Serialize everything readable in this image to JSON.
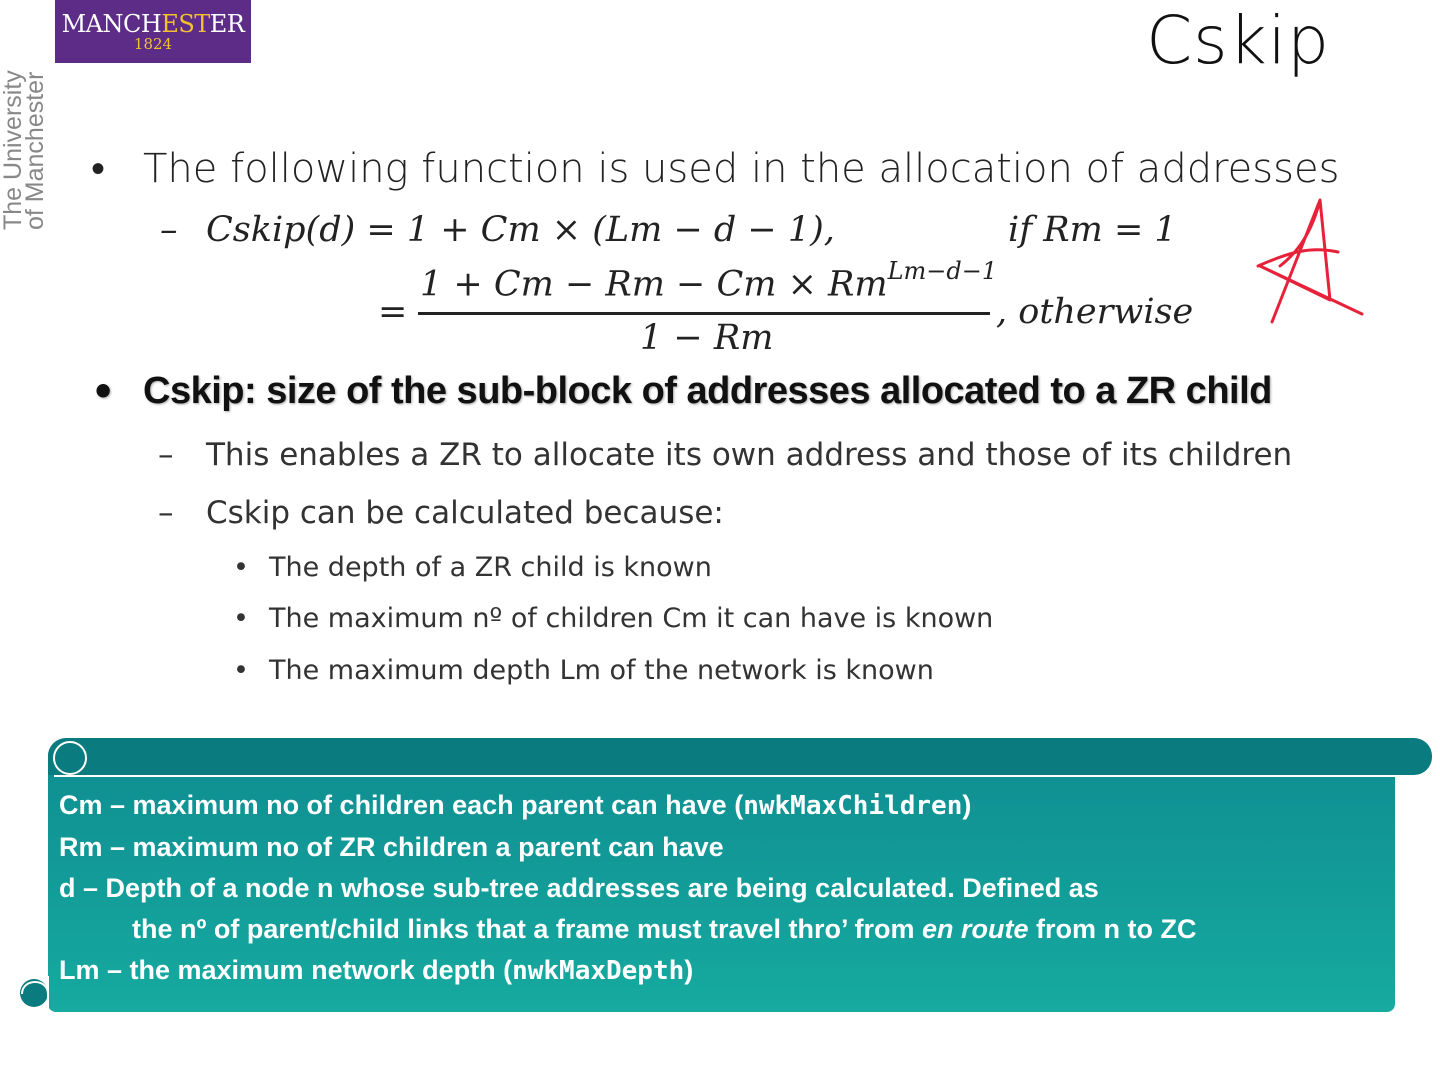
{
  "logo": {
    "text_part1": "MANCH",
    "text_accent": "EST",
    "text_part2": "ER",
    "year": "1824"
  },
  "university_vertical": {
    "line1": "The University",
    "line2": "of Manchester"
  },
  "title": "Cskip",
  "bullet1": "The following function is used in the allocation of addresses",
  "formula": {
    "line1_lhs": "Cskip(d) = 1 + Cm × (Lm − d − 1),",
    "line1_condition": "if Rm = 1",
    "equals": "=",
    "numerator": "1 + Cm − Rm − Cm × Rm",
    "numerator_exponent": "Lm−d−1",
    "denominator": "1 − Rm",
    "otherwise": ", otherwise"
  },
  "bullet2": "Cskip: size of the sub-block of addresses allocated to a ZR child",
  "sub_items": [
    "This enables a ZR to allocate its own address and those of its children",
    "Cskip can be calculated because:"
  ],
  "sub_sub_items": [
    "The depth of a ZR child is known",
    "The maximum nº of children Cm it can have is known",
    "The maximum depth Lm of the network is known"
  ],
  "definitions": {
    "cm_prefix": "Cm  – maximum no of children each parent can have (",
    "cm_code": "nwkMaxChildren",
    "cm_suffix": ")",
    "rm": "Rm – maximum no of ZR children a parent can have",
    "d_line1": "d    – Depth of a node n whose sub-tree addresses are being calculated. Defined as",
    "d_line2_a": "the nº of parent/child links that a frame must travel thro’ from ",
    "d_line2_italic": "en route",
    "d_line2_b": " from n to ZC",
    "lm_prefix": "Lm – the maximum network depth (",
    "lm_code": "nwkMaxDepth",
    "lm_suffix": ")"
  },
  "colors": {
    "logo_purple": "#5d2c87",
    "logo_gold": "#f2c12e",
    "scroll_teal": "#12a29b",
    "scroll_dark": "#0a7b7f",
    "star_red": "#e8213a"
  },
  "icons": [
    "star-doodle-icon",
    "scroll-curl-icon"
  ]
}
